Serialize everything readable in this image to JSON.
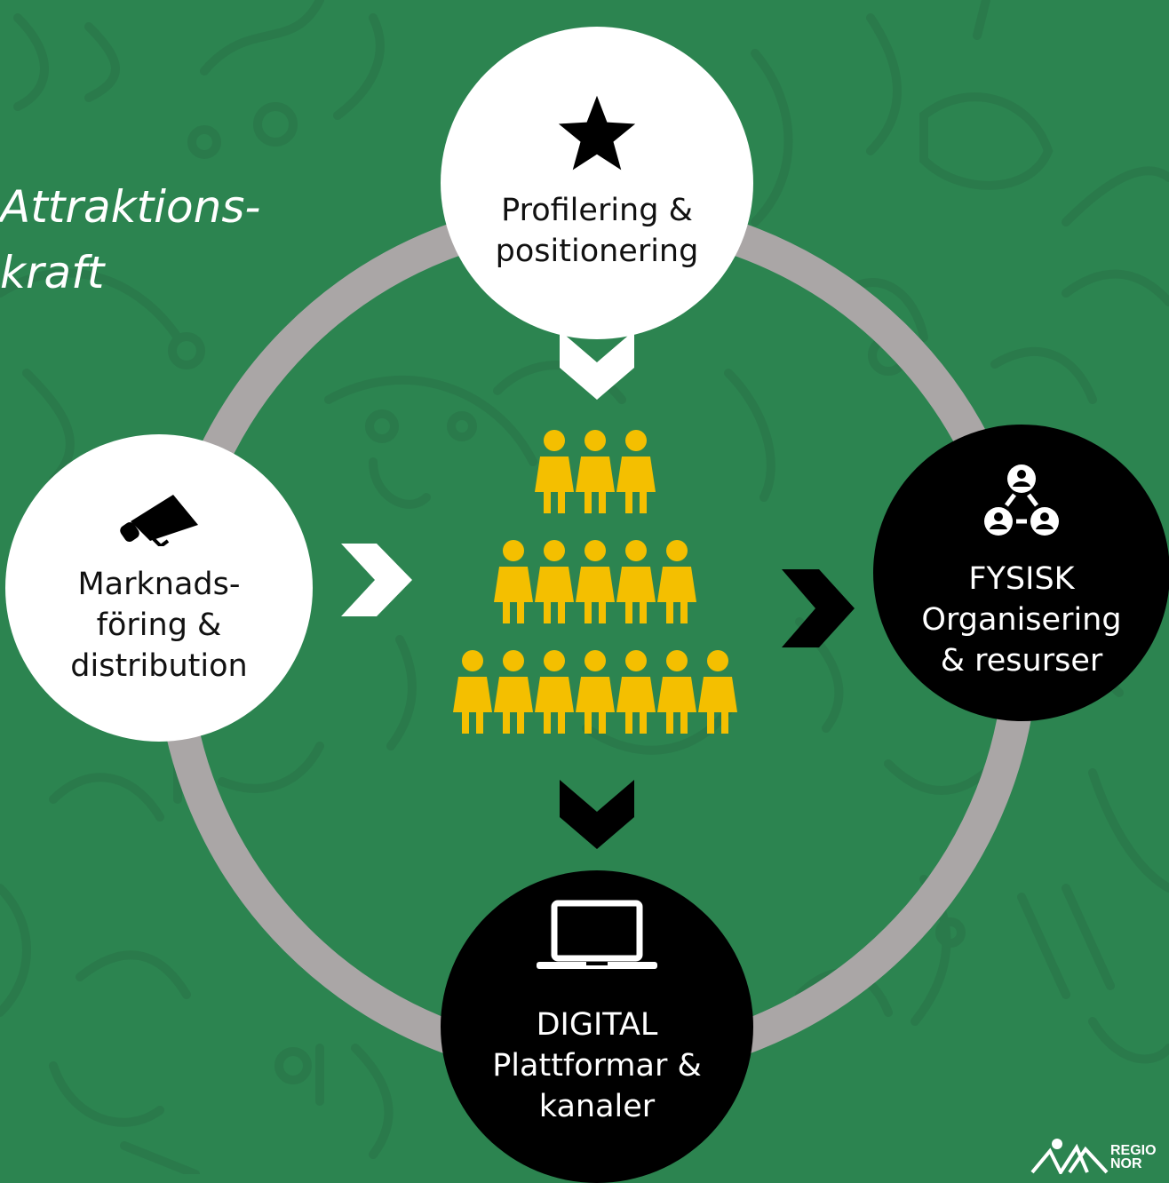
{
  "title": "Attraktions-\nkraft",
  "nodes": {
    "top": {
      "label": "Profilering &\npositionering",
      "icon": "star-icon",
      "style": "white"
    },
    "left": {
      "label": "Marknads-\nföring &\ndistribution",
      "icon": "megaphone-icon",
      "style": "white"
    },
    "right": {
      "label": "FYSISK\nOrganisering\n& resurser",
      "icon": "network-people-icon",
      "style": "black"
    },
    "bottom": {
      "label": "DIGITAL\nPlattformar &\nkanaler",
      "icon": "laptop-icon",
      "style": "black"
    }
  },
  "center": {
    "icon": "people-group-icon",
    "rows": [
      3,
      5,
      7
    ]
  },
  "arrows": [
    {
      "from": "top",
      "to": "center",
      "color": "#ffffff"
    },
    {
      "from": "left",
      "to": "center",
      "color": "#ffffff"
    },
    {
      "from": "center",
      "to": "right",
      "color": "#000000"
    },
    {
      "from": "center",
      "to": "bottom",
      "color": "#000000"
    }
  ],
  "logo": {
    "text": "REGIO\nNOR"
  },
  "colors": {
    "background": "#2c8450",
    "ring": "#aaa6a6",
    "people": "#f4bf00",
    "light_node": "#ffffff",
    "dark_node": "#000000"
  }
}
